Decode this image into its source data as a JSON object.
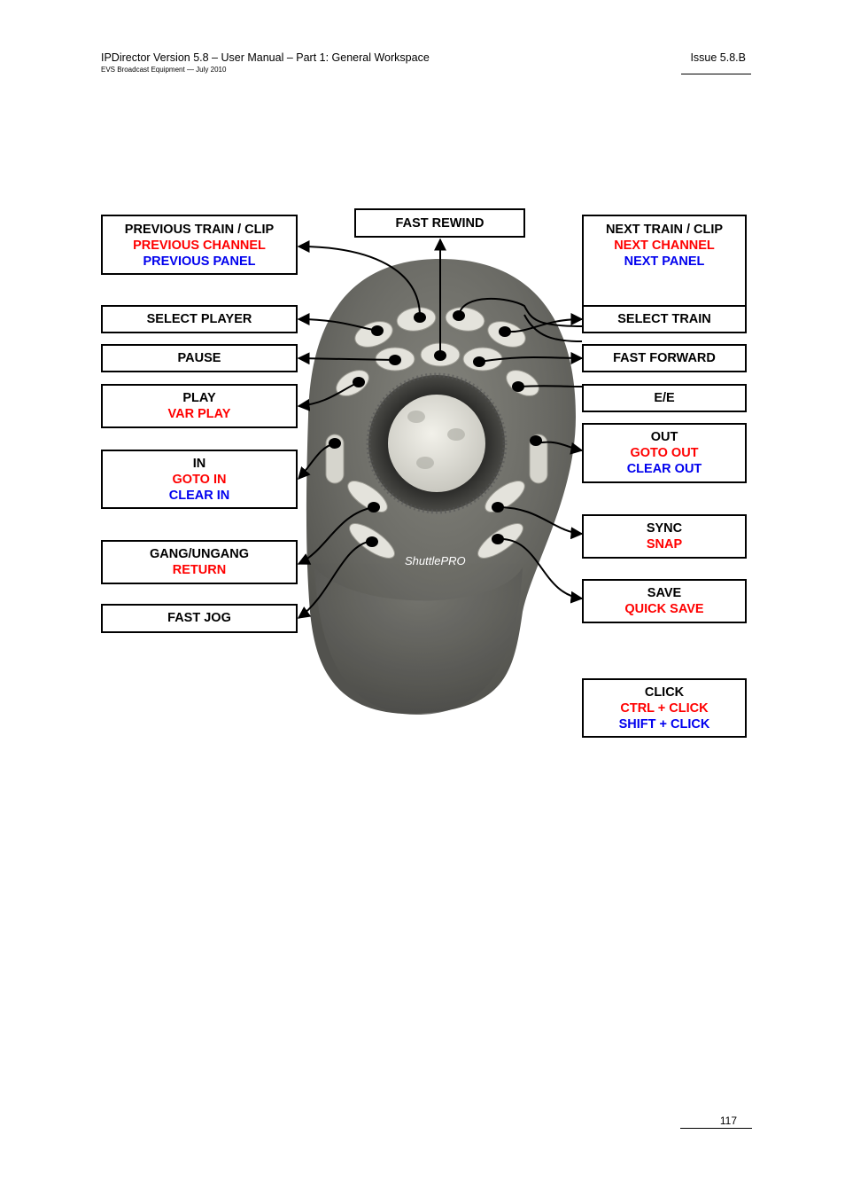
{
  "header": {
    "title": "IPDirector Version 5.8 – User Manual – Part 1: General Workspace",
    "subtitle": "EVS Broadcast Equipment  — July 2010",
    "issue": "Issue 5.8.B"
  },
  "footer": {
    "page_number": "117"
  },
  "device": {
    "logo_text": "ShuttlePRO"
  },
  "colors": {
    "primary": "#000000",
    "secondary": "#ff0000",
    "tertiary": "#0000ee"
  },
  "labels": {
    "previous_train": {
      "line1": "PREVIOUS TRAIN / CLIP",
      "line2": "PREVIOUS CHANNEL",
      "line3": "PREVIOUS PANEL"
    },
    "fast_rewind": {
      "line1": "FAST REWIND"
    },
    "next_train": {
      "line1": "NEXT TRAIN / CLIP",
      "line2": "NEXT CHANNEL",
      "line3": "NEXT PANEL"
    },
    "select_player": {
      "line1": "SELECT PLAYER"
    },
    "select_train": {
      "line1": "SELECT TRAIN"
    },
    "pause": {
      "line1": "PAUSE"
    },
    "fast_forward": {
      "line1": "FAST FORWARD"
    },
    "play": {
      "line1": "PLAY",
      "line2": "VAR PLAY"
    },
    "ee": {
      "line1": "E/E"
    },
    "in": {
      "line1": "IN",
      "line2": "GOTO IN",
      "line3": "CLEAR IN"
    },
    "out": {
      "line1": "OUT",
      "line2": "GOTO OUT",
      "line3": "CLEAR OUT"
    },
    "sync": {
      "line1": "SYNC",
      "line2": "SNAP"
    },
    "gang": {
      "line1": "GANG/UNGANG",
      "line2": "RETURN"
    },
    "save": {
      "line1": "SAVE",
      "line2": "QUICK SAVE"
    },
    "fast_jog": {
      "line1": "FAST JOG"
    },
    "click": {
      "line1": "CLICK",
      "line2": "CTRL + CLICK",
      "line3": "SHIFT + CLICK"
    }
  }
}
